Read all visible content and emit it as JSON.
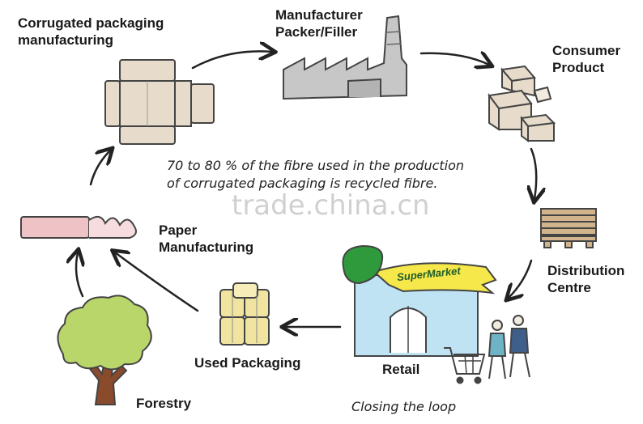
{
  "labels": {
    "corrugated_line1": "Corrugated packaging",
    "corrugated_line2": "manufacturing",
    "manufacturer_line1": "Manufacturer",
    "manufacturer_line2": "Packer/Filler",
    "consumer_line1": "Consumer",
    "consumer_line2": "Product",
    "distribution_line1": "Distribution",
    "distribution_line2": "Centre",
    "retail": "Retail",
    "used_packaging": "Used Packaging",
    "forestry": "Forestry",
    "paper_line1": "Paper",
    "paper_line2": "Manufacturing"
  },
  "note": {
    "line1": "70 to 80 % of the fibre used in the production",
    "line2": "of corrugated packaging is recycled fibre."
  },
  "footer": "Closing the loop",
  "store_sign": "SuperMarket",
  "watermark": "trade.china.cn",
  "colors": {
    "sign_green": "#2f9a3b",
    "sign_yellow": "#f6e84a",
    "store_blue": "#bfe3f3",
    "tree_green": "#b9d66a",
    "tree_trunk": "#8a4a2c",
    "bale_yellow": "#f0e4a0",
    "box_tan": "#e7dccb",
    "factory_gray": "#c7c7c7",
    "paper_pink": "#efc3c6"
  }
}
